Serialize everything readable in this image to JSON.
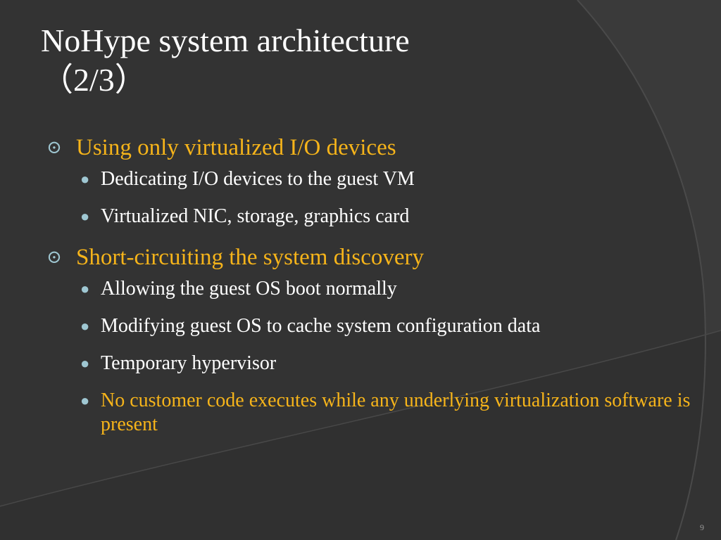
{
  "slide": {
    "title_line1": "NoHype system architecture",
    "title_line2": "（2/3）",
    "bullets": [
      {
        "text": "Using only virtualized I/O devices",
        "sub": [
          "Dedicating I/O devices to the guest VM",
          "Virtualized NIC, storage, graphics card"
        ]
      },
      {
        "text": "Short-circuiting the system discovery",
        "sub": [
          "Allowing the guest OS boot normally",
          "Modifying guest OS to cache system configuration data",
          "Temporary hypervisor",
          "No customer code executes while any underlying virtualization software is present"
        ]
      }
    ],
    "slide_number": "9"
  },
  "icons": {
    "level1_bullet": "circled-dot-icon",
    "level2_bullet": "round-bullet-icon"
  },
  "colors": {
    "background": "#3a3a3a",
    "title": "#ffffff",
    "accent_yellow": "#f6b41a",
    "bullet_blue": "#9fc7d2",
    "body_text": "#ffffff"
  }
}
